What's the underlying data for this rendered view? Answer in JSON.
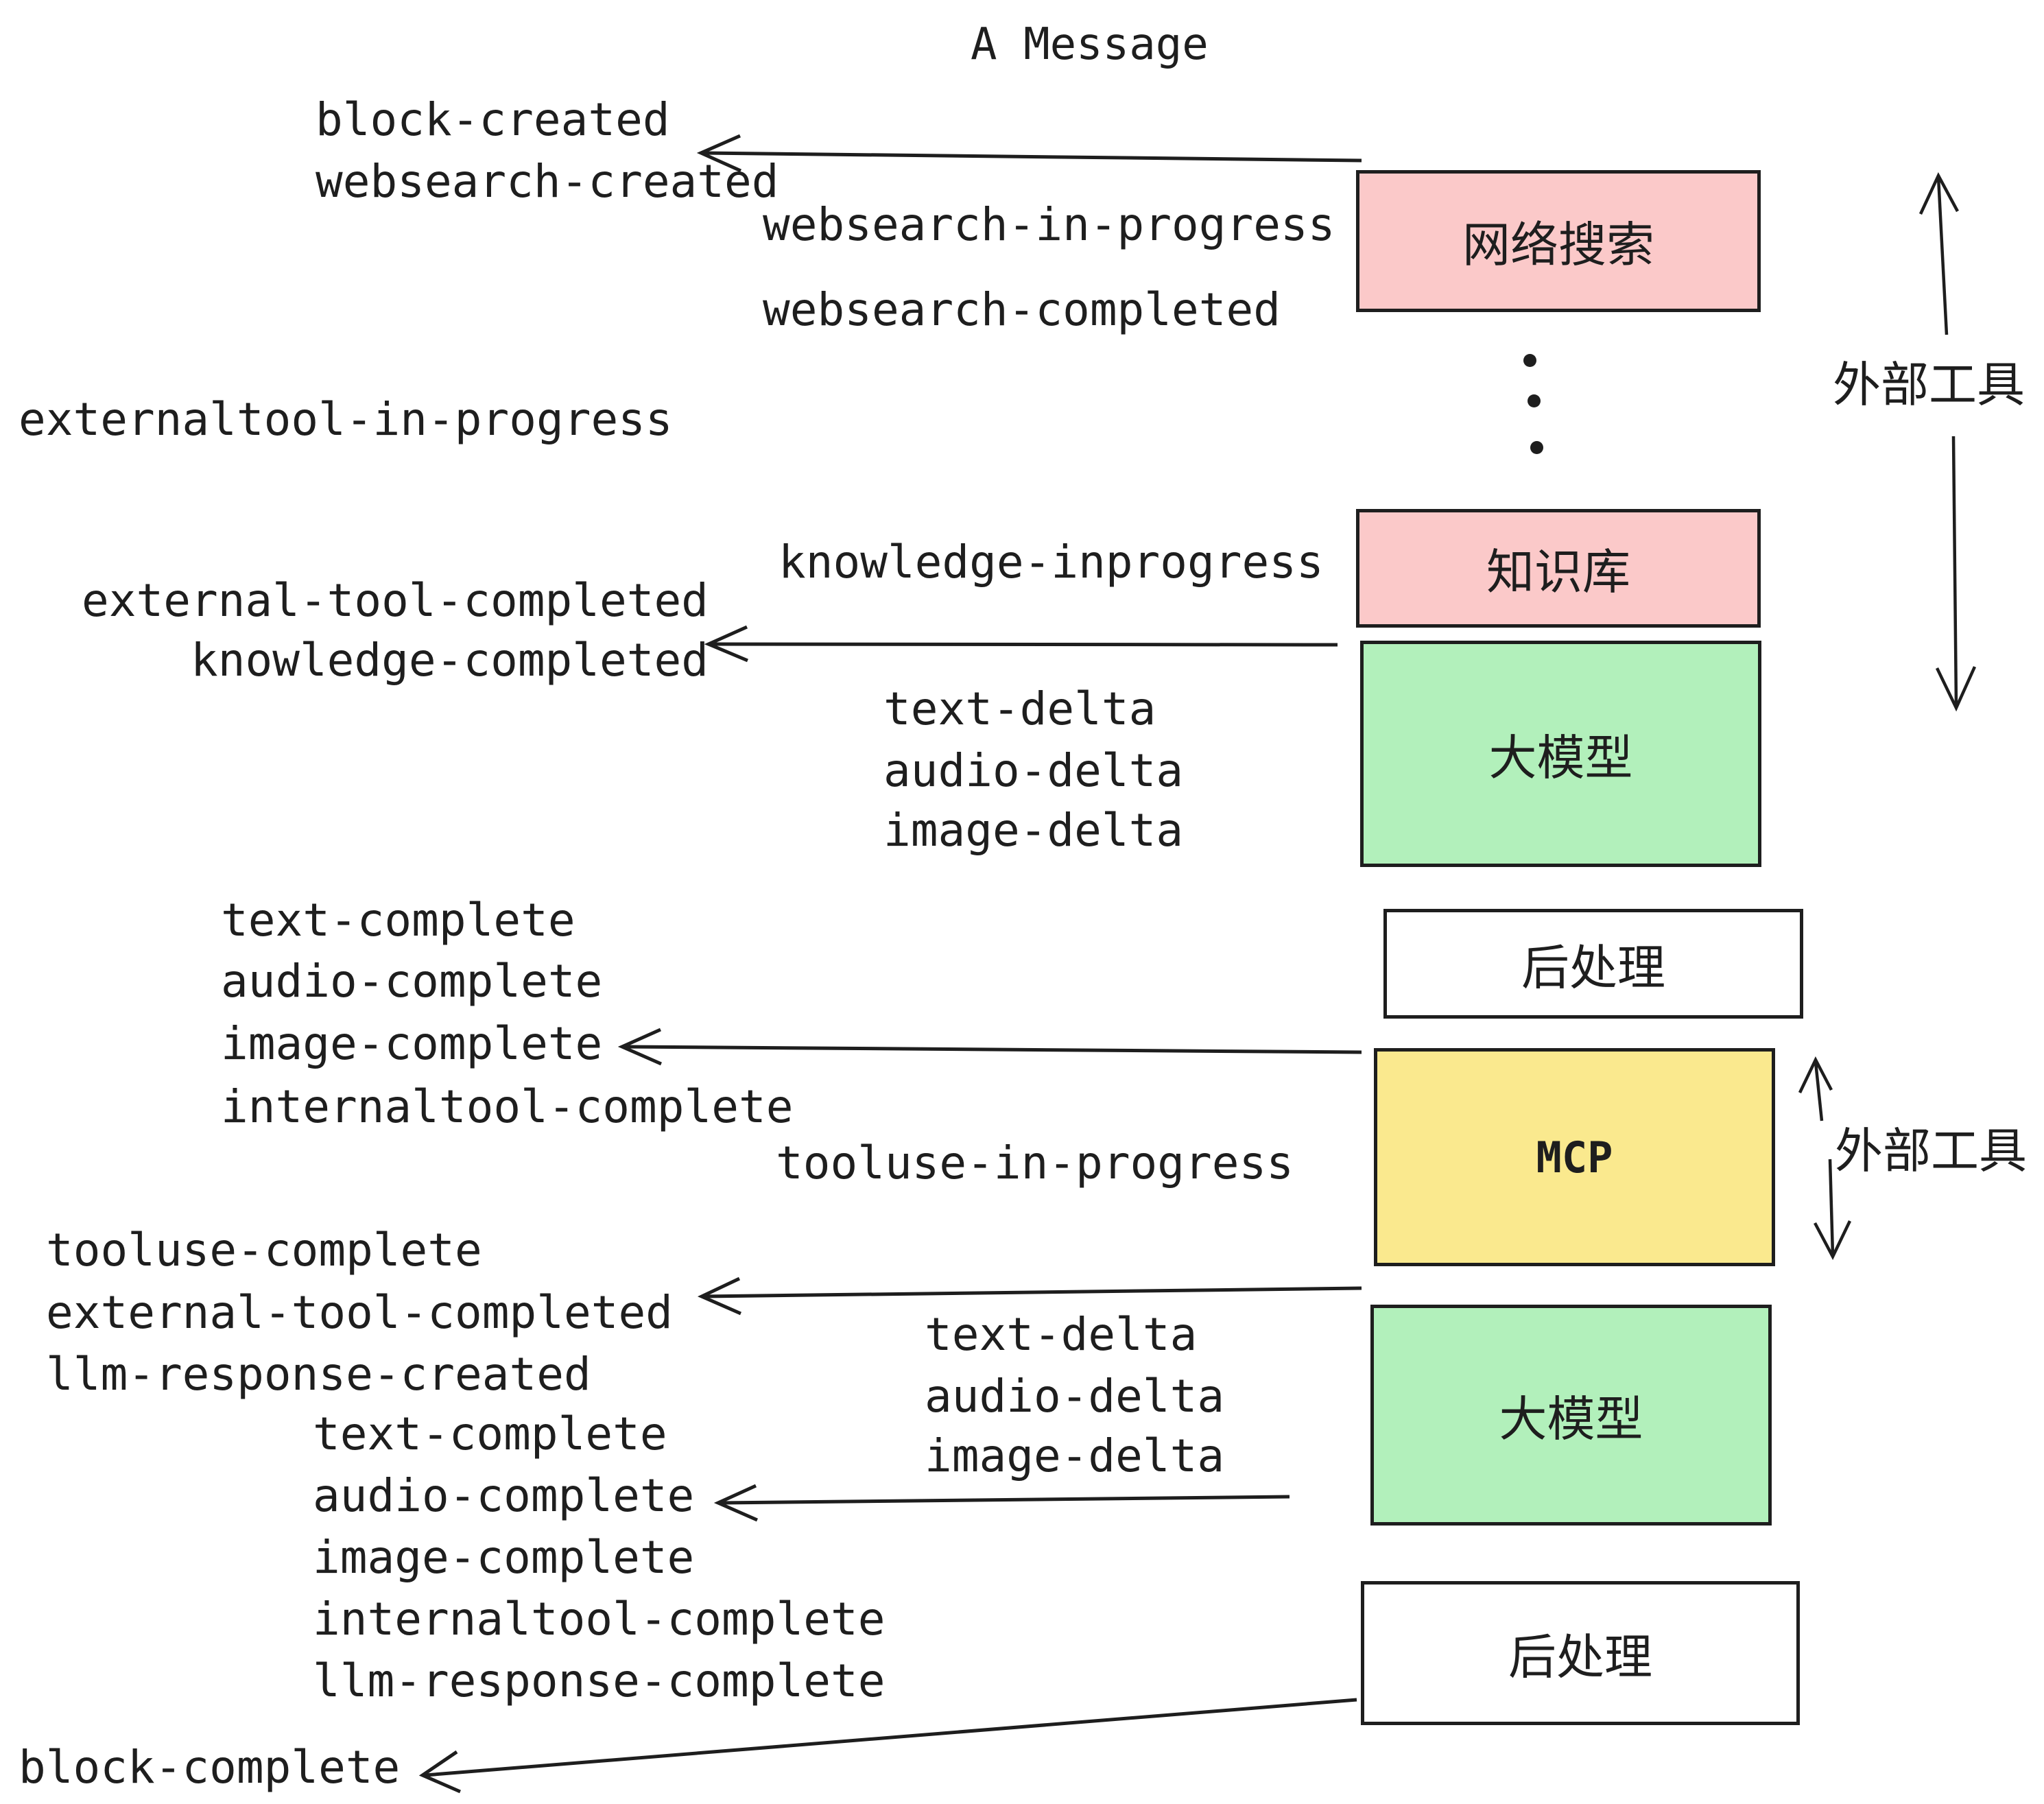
{
  "title": "A Message",
  "events": {
    "block_created": "block-created",
    "websearch_created": "websearch-created",
    "websearch_in_progress": "websearch-in-progress",
    "websearch_completed": "websearch-completed",
    "externaltool_in_progress": "externaltool-in-progress",
    "knowledge_inprogress": "knowledge-inprogress",
    "external_tool_completed_1": "external-tool-completed",
    "knowledge_completed": "knowledge-completed",
    "text_delta_1": "text-delta",
    "audio_delta_1": "audio-delta",
    "image_delta_1": "image-delta",
    "text_complete_1": "text-complete",
    "audio_complete_1": "audio-complete",
    "image_complete_1": "image-complete",
    "internaltool_complete_1": "internaltool-complete",
    "tooluse_in_progress": "tooluse-in-progress",
    "tooluse_complete": "tooluse-complete",
    "external_tool_completed_2": "external-tool-completed",
    "llm_response_created": "llm-response-created",
    "text_delta_2": "text-delta",
    "audio_delta_2": "audio-delta",
    "image_delta_2": "image-delta",
    "text_complete_2": "text-complete",
    "audio_complete_2": "audio-complete",
    "image_complete_2": "image-complete",
    "internaltool_complete_2": "internaltool-complete",
    "llm_response_complete": "llm-response-complete",
    "block_complete": "block-complete"
  },
  "boxes": {
    "websearch": "网络搜索",
    "knowledge": "知识库",
    "llm_1": "大模型",
    "postprocess_1": "后处理",
    "mcp": "MCP",
    "llm_2": "大模型",
    "postprocess_2": "后处理"
  },
  "annotations": {
    "external_tools_top": "外部工具",
    "external_tools_mid": "外部工具"
  },
  "colors": {
    "pink": "#fbc9c9",
    "green": "#b2f0bb",
    "yellow": "#fae98e",
    "ink": "#1e1e1e",
    "background": "#ffffff"
  }
}
